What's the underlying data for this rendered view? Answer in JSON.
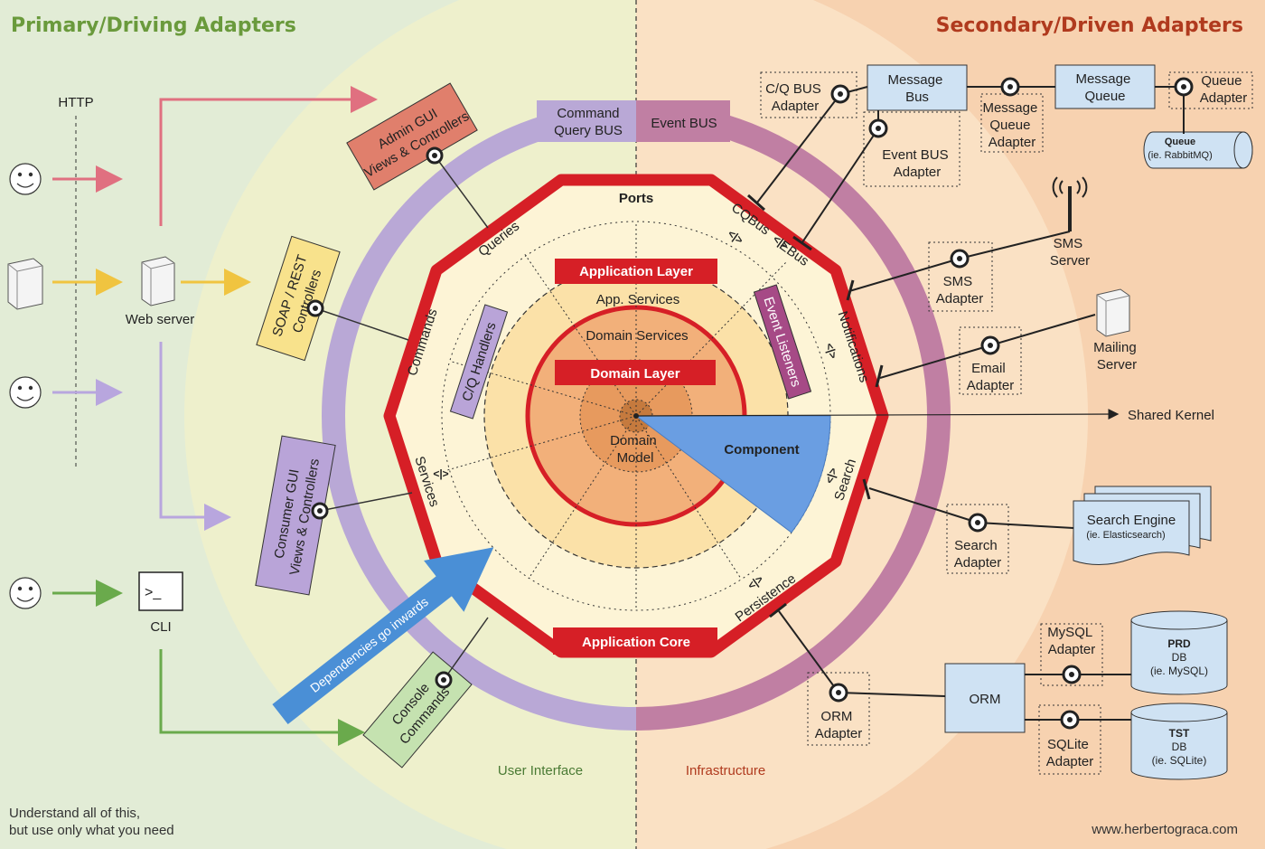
{
  "headers": {
    "primary": "Primary/Driving Adapters",
    "secondary": "Secondary/Driven Adapters"
  },
  "colors": {
    "left_bg": "#e2ecd6",
    "right_bg": "#f7d2b0",
    "primary_header": "#6a9a3c",
    "secondary_header": "#b03a1e",
    "ring_red": "#d61f26",
    "bus_purple": "#b9a8d6",
    "bus_mauve": "#c07fa3",
    "admin_box": "#e07f6c",
    "soap_box": "#f8e28c",
    "consumer_box": "#b9a4d8",
    "console_box": "#c5e2b0",
    "component": "#6a9ee2",
    "arrow_blue": "#4a8fd6",
    "adapter_blue": "#cfe2f3"
  },
  "left": {
    "http": "HTTP",
    "web_server": "Web server",
    "cli": "CLI",
    "cli_prompt": ">_",
    "admin_gui": [
      "Admin GUI",
      "Views & Controllers"
    ],
    "soap_rest": [
      "SOAP / REST",
      "Controllers"
    ],
    "consumer_gui": [
      "Consumer GUI",
      "Views & Controllers"
    ],
    "console": [
      "Console",
      "Commands"
    ],
    "icons": [
      "user-smiley-icon",
      "server-icon",
      "user-smiley-icon",
      "user-smiley-icon",
      "web-server-icon",
      "terminal-icon"
    ]
  },
  "bus": {
    "command_query": [
      "Command",
      "Query BUS"
    ],
    "event": "Event BUS"
  },
  "ports": {
    "title": "Ports",
    "queries": "Queries",
    "commands": "Commands",
    "services": "Services",
    "cqbus": "CQBus",
    "ebus": "EBus",
    "notifications": "Notifications",
    "search": "Search",
    "persistence": "Persistence",
    "glyph": "<|>"
  },
  "core": {
    "application_layer": "Application Layer",
    "app_services": "App. Services",
    "domain_services": "Domain Services",
    "domain_layer": "Domain Layer",
    "domain_model": [
      "Domain",
      "Model"
    ],
    "component": "Component",
    "application_core": "Application Core",
    "cq_handlers": "C/Q Handlers",
    "event_listeners": "Event Listeners",
    "dependencies": "Dependencies go inwards",
    "shared_kernel": "Shared Kernel"
  },
  "right": {
    "cq_bus_adapter": [
      "C/Q BUS",
      "Adapter"
    ],
    "message_bus": [
      "Message",
      "Bus"
    ],
    "message_queue_adapter": [
      "Message",
      "Queue",
      "Adapter"
    ],
    "message_queue": [
      "Message",
      "Queue"
    ],
    "queue_adapter": [
      "Queue",
      "Adapter"
    ],
    "queue": [
      "Queue",
      "(ie. RabbitMQ)"
    ],
    "event_bus_adapter": [
      "Event BUS",
      "Adapter"
    ],
    "sms_adapter": [
      "SMS",
      "Adapter"
    ],
    "sms_server": [
      "SMS",
      "Server"
    ],
    "email_adapter": [
      "Email",
      "Adapter"
    ],
    "mailing_server": [
      "Mailing",
      "Server"
    ],
    "search_engine": [
      "Search Engine",
      "(ie. Elasticsearch)"
    ],
    "search_adapter": [
      "Search",
      "Adapter"
    ],
    "orm": "ORM",
    "orm_adapter": [
      "ORM",
      "Adapter"
    ],
    "mysql_adapter": [
      "MySQL",
      "Adapter"
    ],
    "sqlite_adapter": [
      "SQLite",
      "Adapter"
    ],
    "prd_db": [
      "PRD",
      "DB",
      "(ie. MySQL)"
    ],
    "tst_db": [
      "TST",
      "DB",
      "(ie. SQLite)"
    ],
    "icons": [
      "antenna-icon",
      "server-icon"
    ]
  },
  "footer": {
    "user_interface": "User Interface",
    "infrastructure": "Infrastructure",
    "note": [
      "Understand all of this,",
      "but use only what you need"
    ],
    "url": "www.herbertograca.com"
  }
}
